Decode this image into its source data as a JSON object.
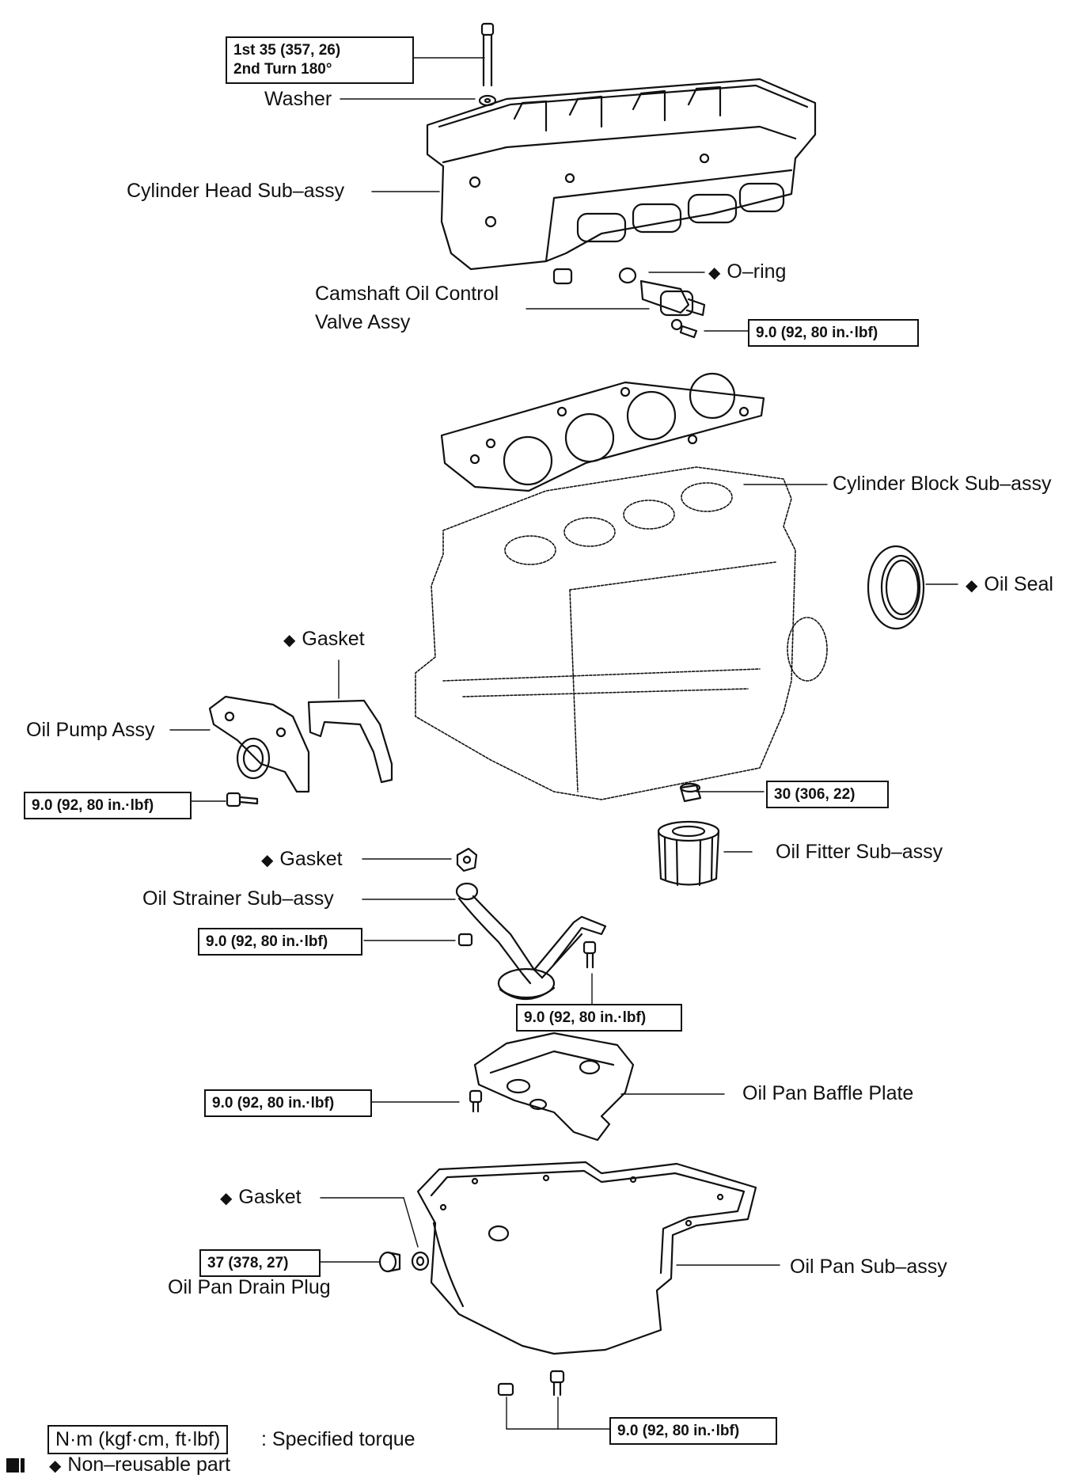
{
  "diamond_glyph": "◆",
  "torque": {
    "head_bolt_1": "1st 35 (357, 26)",
    "head_bolt_2": "2nd Turn 180°",
    "ocv_bolt": "9.0 (92, 80 in.·lbf)",
    "pump_bolt": "9.0 (92, 80 in.·lbf)",
    "filter_union": "30 (306, 22)",
    "strainer_nut": "9.0 (92, 80 in.·lbf)",
    "strainer_bolt": "9.0 (92, 80 in.·lbf)",
    "baffle_bolt": "9.0 (92, 80 in.·lbf)",
    "drain_plug": "37 (378, 27)",
    "pan_bolts": "9.0 (92, 80 in.·lbf)"
  },
  "labels": {
    "washer": "Washer",
    "cylinder_head": "Cylinder Head Sub–assy",
    "o_ring": "O–ring",
    "ocv_1": "Camshaft Oil Control",
    "ocv_2": "Valve Assy",
    "cylinder_block": "Cylinder Block Sub–assy",
    "oil_seal": "Oil Seal",
    "gasket_pump": "Gasket",
    "oil_pump": "Oil Pump Assy",
    "oil_filter": "Oil Fitter Sub–assy",
    "gasket_strainer": "Gasket",
    "oil_strainer": "Oil Strainer Sub–assy",
    "baffle_plate": "Oil Pan Baffle Plate",
    "gasket_drain": "Gasket",
    "drain_plug": "Oil Pan Drain Plug",
    "oil_pan": "Oil Pan Sub–assy"
  },
  "legend": {
    "torque_box": "N·m (kgf·cm, ft·lbf)",
    "torque_text": ": Specified torque",
    "nonreusable_text": "Non–reusable part"
  }
}
